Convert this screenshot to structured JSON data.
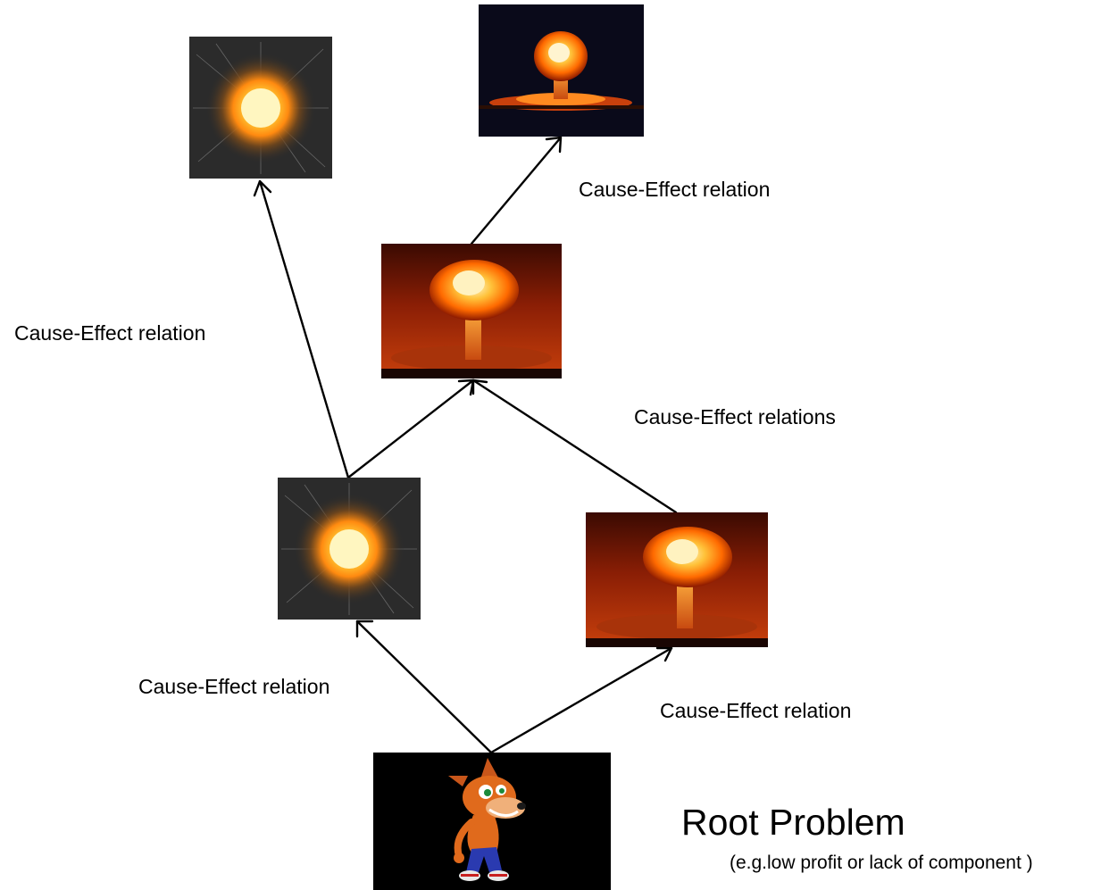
{
  "labels": {
    "relation_top_right": "Cause-Effect relation",
    "relation_left": "Cause-Effect relation",
    "relations_middle": "Cause-Effect relations",
    "relation_bottom_left": "Cause-Effect relation",
    "relation_bottom_right": "Cause-Effect relation"
  },
  "root": {
    "title": "Root Problem",
    "subtitle": "(e.g.low profit or lack of component )"
  },
  "nodes": [
    {
      "id": "root",
      "icon": "character-icon"
    },
    {
      "id": "mid-left",
      "icon": "explosion-icon"
    },
    {
      "id": "mid-right",
      "icon": "mushroom-cloud-icon"
    },
    {
      "id": "center",
      "icon": "mushroom-cloud-icon"
    },
    {
      "id": "top-left",
      "icon": "explosion-icon"
    },
    {
      "id": "top-center",
      "icon": "mushroom-cloud-icon"
    }
  ],
  "edges": [
    {
      "from": "root",
      "to": "mid-left"
    },
    {
      "from": "root",
      "to": "mid-right"
    },
    {
      "from": "mid-left",
      "to": "center"
    },
    {
      "from": "mid-right",
      "to": "center"
    },
    {
      "from": "mid-left",
      "to": "top-left"
    },
    {
      "from": "center",
      "to": "top-center"
    }
  ],
  "colors": {
    "arrow": "#000000",
    "background": "#ffffff"
  }
}
